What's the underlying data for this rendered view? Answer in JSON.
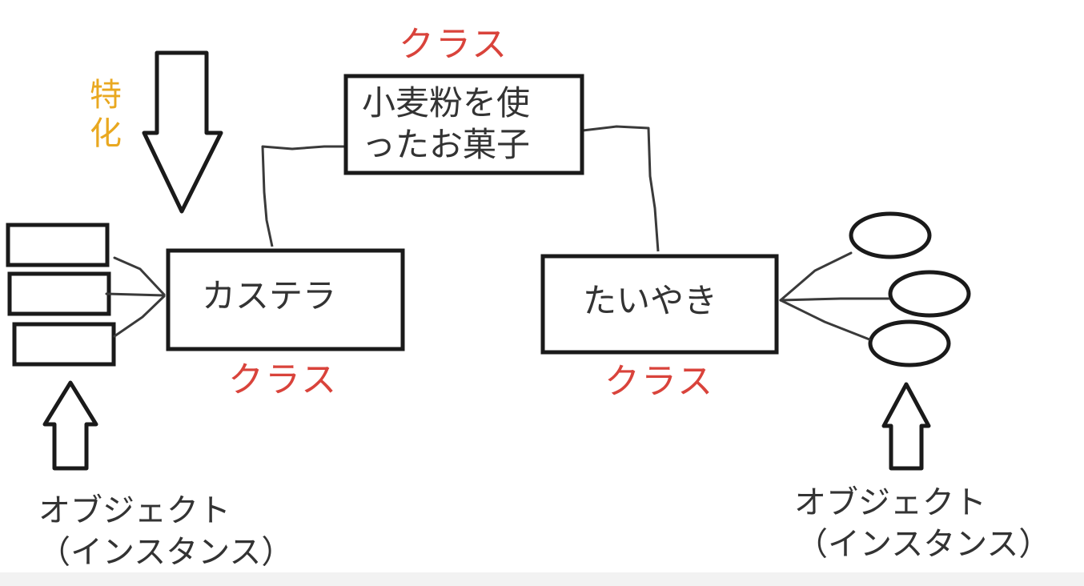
{
  "diagram": {
    "parent_class": {
      "label_line1": "小麦粉を使",
      "label_line2": "ったお菓子",
      "tag": "クラス"
    },
    "specialize": {
      "label": "特化"
    },
    "left_class": {
      "label": "カステラ",
      "tag": "クラス"
    },
    "right_class": {
      "label": "たいやき",
      "tag": "クラス"
    },
    "left_objects": {
      "line1": "オブジェクト",
      "line2": "（インスタンス）"
    },
    "right_objects": {
      "line1": "オブジェクト",
      "line2": "（インスタンス）"
    },
    "colors": {
      "class_tag": "#d9433b",
      "specialize": "#e9a820",
      "stroke": "#1a1a1a",
      "connector": "#3a3a3a",
      "text": "#333333"
    }
  }
}
